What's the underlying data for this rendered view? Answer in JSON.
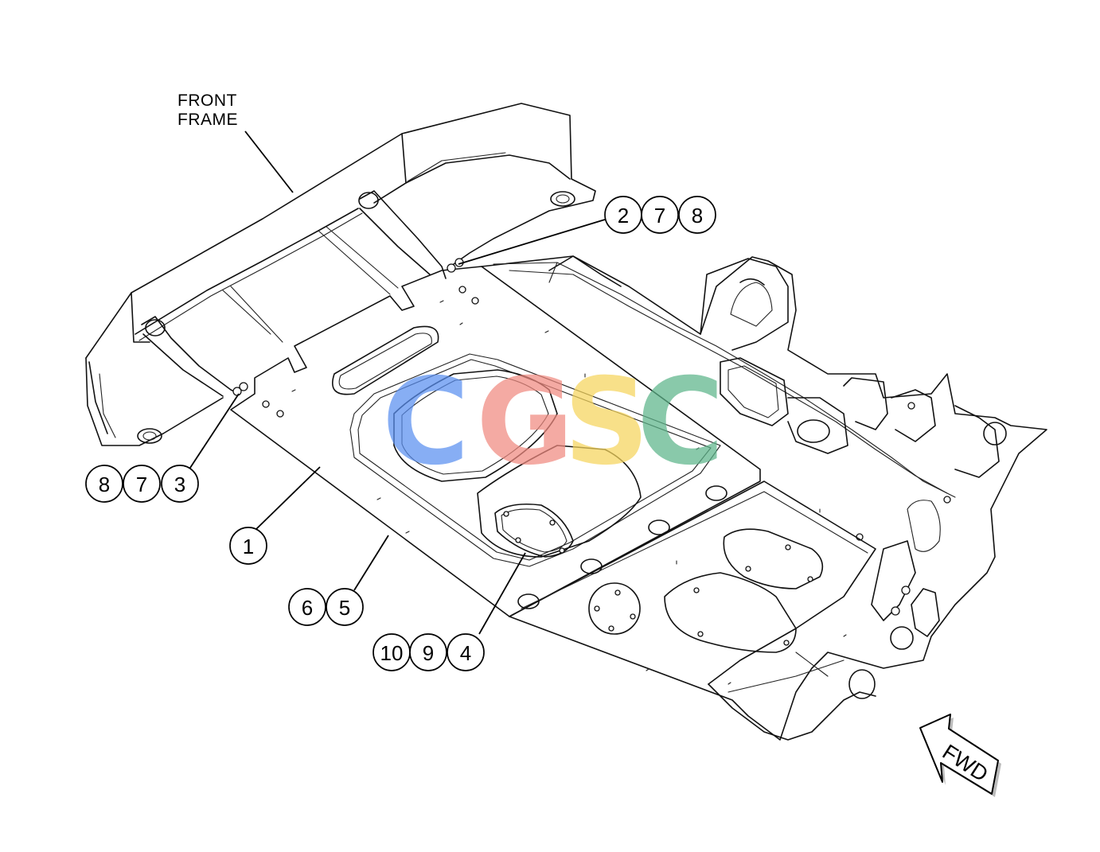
{
  "labels": {
    "front_frame_line1": "FRONT",
    "front_frame_line2": "FRAME",
    "forward": "FWD"
  },
  "callouts": [
    {
      "id": "c-2",
      "text": "2"
    },
    {
      "id": "c-7a",
      "text": "7"
    },
    {
      "id": "c-8a",
      "text": "8"
    },
    {
      "id": "c-8b",
      "text": "8"
    },
    {
      "id": "c-7b",
      "text": "7"
    },
    {
      "id": "c-3",
      "text": "3"
    },
    {
      "id": "c-1",
      "text": "1"
    },
    {
      "id": "c-6",
      "text": "6"
    },
    {
      "id": "c-5",
      "text": "5"
    },
    {
      "id": "c-10",
      "text": "10"
    },
    {
      "id": "c-9",
      "text": "9"
    },
    {
      "id": "c-4",
      "text": "4"
    }
  ],
  "watermark": {
    "letters": [
      {
        "char": "C",
        "color": "#5a8ff0"
      },
      {
        "char": "G",
        "color": "#f08a80"
      },
      {
        "char": "S",
        "color": "#f6d55c"
      },
      {
        "char": "C",
        "color": "#5db58a"
      }
    ]
  }
}
